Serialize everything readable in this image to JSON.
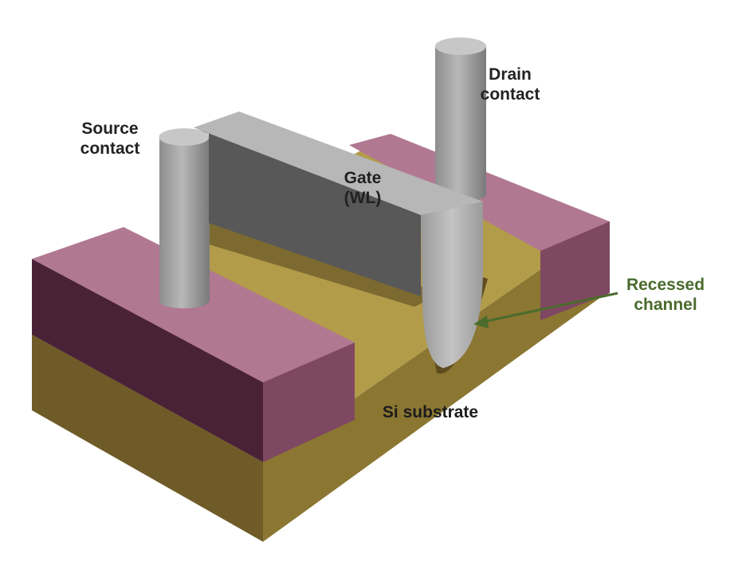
{
  "labels": {
    "source": {
      "line1": "Source",
      "line2": "contact"
    },
    "drain": {
      "line1": "Drain",
      "line2": "contact"
    },
    "gate": {
      "line1": "Gate",
      "line2": "(WL)"
    },
    "recessed": {
      "line1": "Recessed",
      "line2": "channel"
    },
    "substrate": "Si substrate"
  },
  "colors": {
    "substrate_top": "#b29c4a",
    "substrate_front": "#6f5b27",
    "substrate_right": "#8b7632",
    "diffusion_top": "#b17892",
    "diffusion_front": "#4a2238",
    "diffusion_right": "#7f4862",
    "gate_front": "#585858",
    "gate_top": "#b7b7b7",
    "gate_end": "#bdbdbd",
    "contact": "#a8a8a8",
    "recessed_label": "#4a6b2c"
  }
}
